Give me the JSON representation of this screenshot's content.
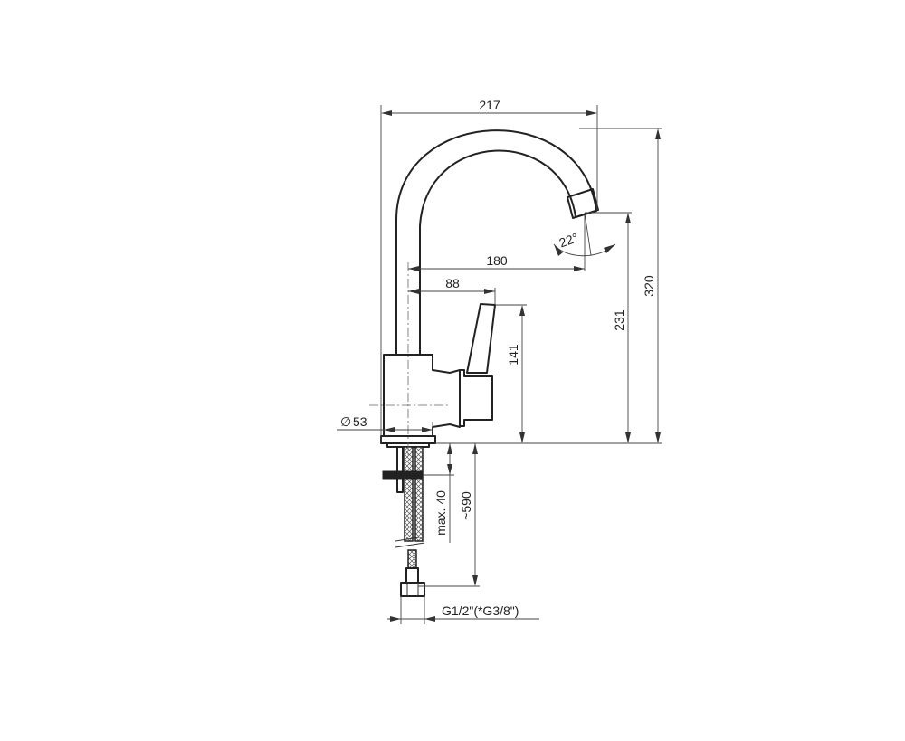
{
  "dimensions": {
    "total_reach": "217",
    "spout_reach": "180",
    "lever_offset": "88",
    "spout_angle": "22°",
    "total_height": "320",
    "spout_height": "231",
    "body_height": "141",
    "base_diameter": "53",
    "diameter_symbol": "∅",
    "max_counter_thickness": "max. 40",
    "hose_length": "~590",
    "connection_thread": "G1/2\"(*G3/8\")"
  },
  "colors": {
    "line": "#222222",
    "background": "#ffffff"
  }
}
